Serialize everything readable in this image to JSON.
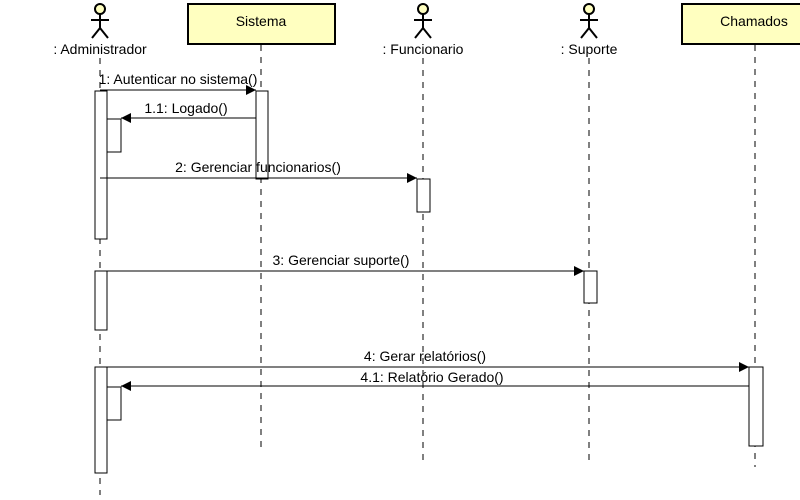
{
  "diagram": {
    "colors": {
      "stroke": "#000000",
      "class_box_fill": "#ffffc0",
      "actor_head_fill": "#ffffc0",
      "activation_fill": "#ffffff"
    },
    "actors": [
      {
        "name": ": Administrador",
        "kind": "actor"
      },
      {
        "name": "Sistema",
        "kind": "box"
      },
      {
        "name": ": Funcionario",
        "kind": "actor"
      },
      {
        "name": ": Suporte",
        "kind": "actor"
      },
      {
        "name": "Chamados",
        "kind": "box"
      }
    ],
    "messages": [
      {
        "label": "1: Autenticar no sistema()",
        "from": ": Administrador",
        "to": "Sistema"
      },
      {
        "label": "1.1: Logado()",
        "from": "Sistema",
        "to": ": Administrador"
      },
      {
        "label": "2: Gerenciar funcionarios()",
        "from": ": Administrador",
        "to": ": Funcionario"
      },
      {
        "label": "3: Gerenciar suporte()",
        "from": ": Administrador",
        "to": ": Suporte"
      },
      {
        "label": "4: Gerar relatórios()",
        "from": ": Administrador",
        "to": "Chamados"
      },
      {
        "label": "4.1: Relatório Gerado()",
        "from": "Chamados",
        "to": ": Administrador"
      }
    ]
  }
}
